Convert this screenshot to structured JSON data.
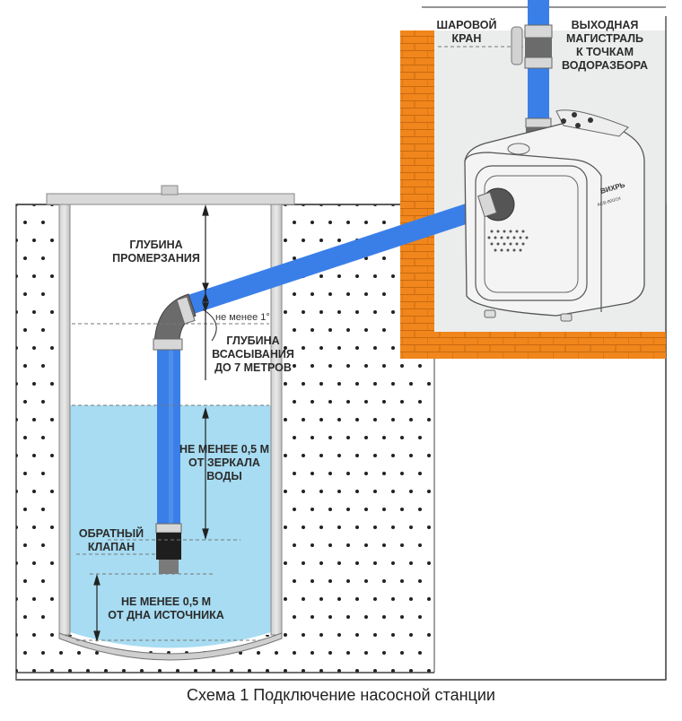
{
  "caption": "Схема 1 Подключение насосной станции",
  "colors": {
    "pipe_blue": "#3a7fe8",
    "water": "#a7dcf2",
    "brick": "#f0861c",
    "room_bg": "#ebeded",
    "soil_dot": "#222222",
    "fitting_gray": "#6b6b6b",
    "valve_black": "#1e1e1e"
  },
  "labels": {
    "ball_valve": [
      "ШАРОВОЙ",
      "КРАН"
    ],
    "outlet_main": [
      "ВЫХОДНАЯ",
      "МАГИСТРАЛЬ",
      "К ТОЧКАМ",
      "ВОДОРАЗБОРА"
    ],
    "freezing_depth": [
      "ГЛУБИНА",
      "ПРОМЕРЗАНИЯ"
    ],
    "slope_note": "не менее 1°",
    "suction_depth": [
      "ГЛУБИНА",
      "ВСАСЫВАНИЯ",
      "ДО 7 МЕТРОВ"
    ],
    "from_water_surface": [
      "НЕ МЕНЕЕ 0,5 М",
      "ОТ ЗЕРКАЛА",
      "ВОДЫ"
    ],
    "check_valve": [
      "ОБРАТНЫЙ",
      "КЛАПАН"
    ],
    "from_bottom": [
      "НЕ МЕНЕЕ 0,5 М",
      "ОТ ДНА ИСТОЧНИКА"
    ]
  },
  "pump": {
    "brand": "ВИХРЬ",
    "model": "АСВ-800/24"
  }
}
